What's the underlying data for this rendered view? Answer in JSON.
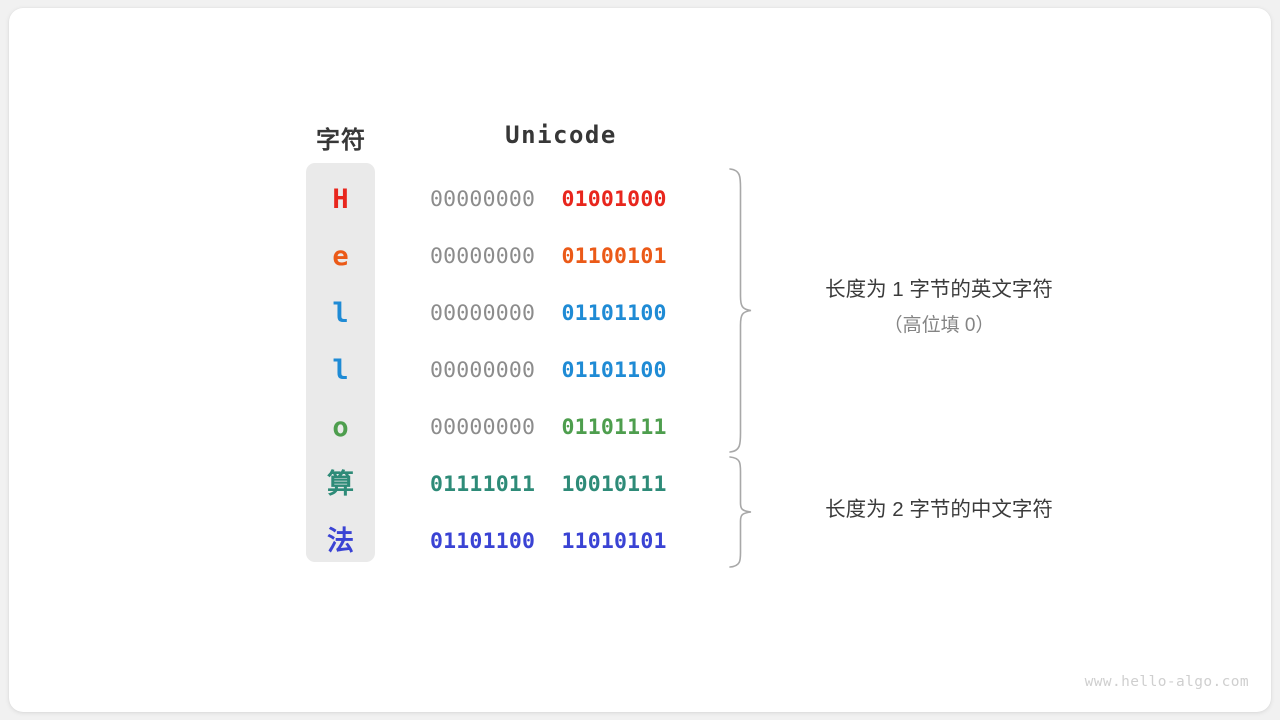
{
  "figure": {
    "watermark": "www.hello-algo.com",
    "background_color": "#f1f1f1",
    "card_color": "#ffffff",
    "panel_color": "#eaeaea"
  },
  "headers": {
    "char_column": "字符",
    "unicode_column": "Unicode"
  },
  "rows": [
    {
      "char": "H",
      "color": "#e8261d",
      "pad_byte": "00000000",
      "value_byte": "01001000",
      "pad_is_gray": true,
      "group": "ascii"
    },
    {
      "char": "e",
      "color": "#eb5a18",
      "pad_byte": "00000000",
      "value_byte": "01100101",
      "pad_is_gray": true,
      "group": "ascii"
    },
    {
      "char": "l",
      "color": "#1f8bd5",
      "pad_byte": "00000000",
      "value_byte": "01101100",
      "pad_is_gray": true,
      "group": "ascii"
    },
    {
      "char": "l",
      "color": "#1f8bd5",
      "pad_byte": "00000000",
      "value_byte": "01101100",
      "pad_is_gray": true,
      "group": "ascii"
    },
    {
      "char": "o",
      "color": "#4e9e4e",
      "pad_byte": "00000000",
      "value_byte": "01101111",
      "pad_is_gray": true,
      "group": "ascii"
    },
    {
      "char": "算",
      "color": "#2e8b78",
      "pad_byte": "01111011",
      "value_byte": "10010111",
      "pad_is_gray": false,
      "group": "cjk"
    },
    {
      "char": "法",
      "color": "#3a43d4",
      "pad_byte": "01101100",
      "value_byte": "11010101",
      "pad_is_gray": false,
      "group": "cjk"
    }
  ],
  "annotations": [
    {
      "main": "长度为 1 字节的英文字符",
      "sub": "（高位填 0）",
      "spans_rows": 5
    },
    {
      "main": "长度为 2 字节的中文字符",
      "sub": "",
      "spans_rows": 2
    }
  ],
  "colors": {
    "pad_gray": "#8c8c8c",
    "header_text": "#373737",
    "annotation_text": "#3b3b3b",
    "annotation_sub_text": "#848484",
    "brace_stroke": "#a8a8a8",
    "watermark_text": "#cfcfcf"
  }
}
